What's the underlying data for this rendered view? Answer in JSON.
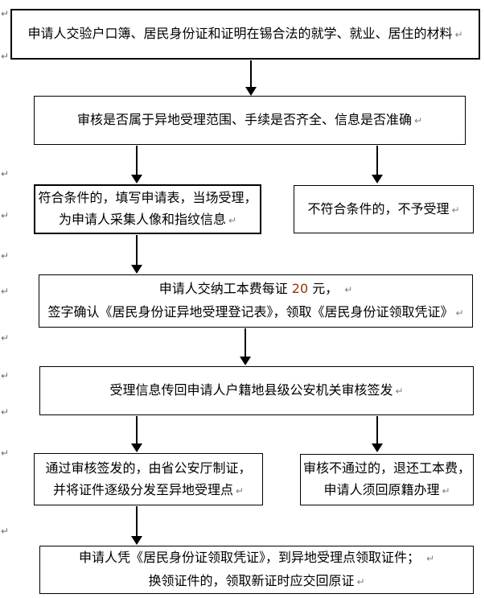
{
  "flow": {
    "pilcrow": "↵",
    "colors": {
      "box_border": "#000000",
      "text": "#000000",
      "paragraph_mark": "#808080",
      "fee_number": "#993300"
    },
    "boxes": {
      "submit_materials": {
        "line1": "申请人交验户口簿、居民身份证和证明在锡合法的就学、就业、居住的材料"
      },
      "review": {
        "line1": "审核是否属于异地受理范围、手续是否齐全、信息是否准确"
      },
      "accepted": {
        "line1": "符合条件的，填写申请表，当场受理，",
        "line2": "为申请人采集人像和指纹信息"
      },
      "rejected": {
        "line1": "不符合条件的，不予受理"
      },
      "pay_fee": {
        "fee_pre": "申请人交纳工本费每证 ",
        "fee_num": "20",
        "fee_post": " 元，",
        "line2": "签字确认《居民身份证异地受理登记表》，领取《居民身份证领取凭证》"
      },
      "transfer": {
        "line1": "受理信息传回申请人户籍地县级公安机关审核签发"
      },
      "production": {
        "line1": "通过审核签发的，由省公安厅制证，",
        "line2": "并将证件逐级分发至异地受理点"
      },
      "refund": {
        "line1": "审核不通过的，退还工本费，",
        "line2": "申请人须回原籍办理"
      },
      "collect": {
        "line1": "申请人凭《居民身份证领取凭证》，到异地受理点领取证件；",
        "line2": "换领证件的，领取新证时应交回原证"
      }
    }
  }
}
